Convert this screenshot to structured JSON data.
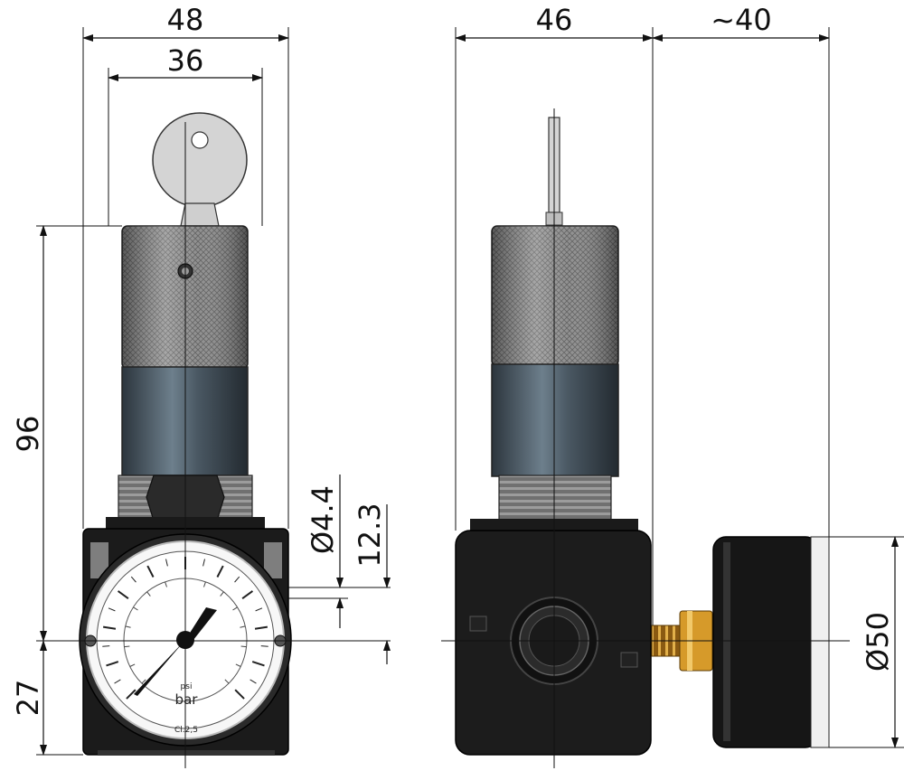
{
  "dimensions": {
    "front_width_outer": "48",
    "front_width_inner": "36",
    "front_height": "96",
    "front_bottom": "27",
    "hole_diameter": "Ø4.4",
    "hole_offset": "12.3",
    "side_depth": "46",
    "gauge_depth": "~40",
    "gauge_diameter": "Ø50"
  },
  "gauge": {
    "unit_secondary": "psi",
    "unit_primary": "bar",
    "accuracy_class": "Cl.2,5"
  },
  "colors": {
    "body": "#1b1b1b",
    "knob_knurl": "#8c8c8c",
    "knob_band": "#3b4650",
    "key": "#d2d2d2",
    "brass": "#d69a2a"
  }
}
